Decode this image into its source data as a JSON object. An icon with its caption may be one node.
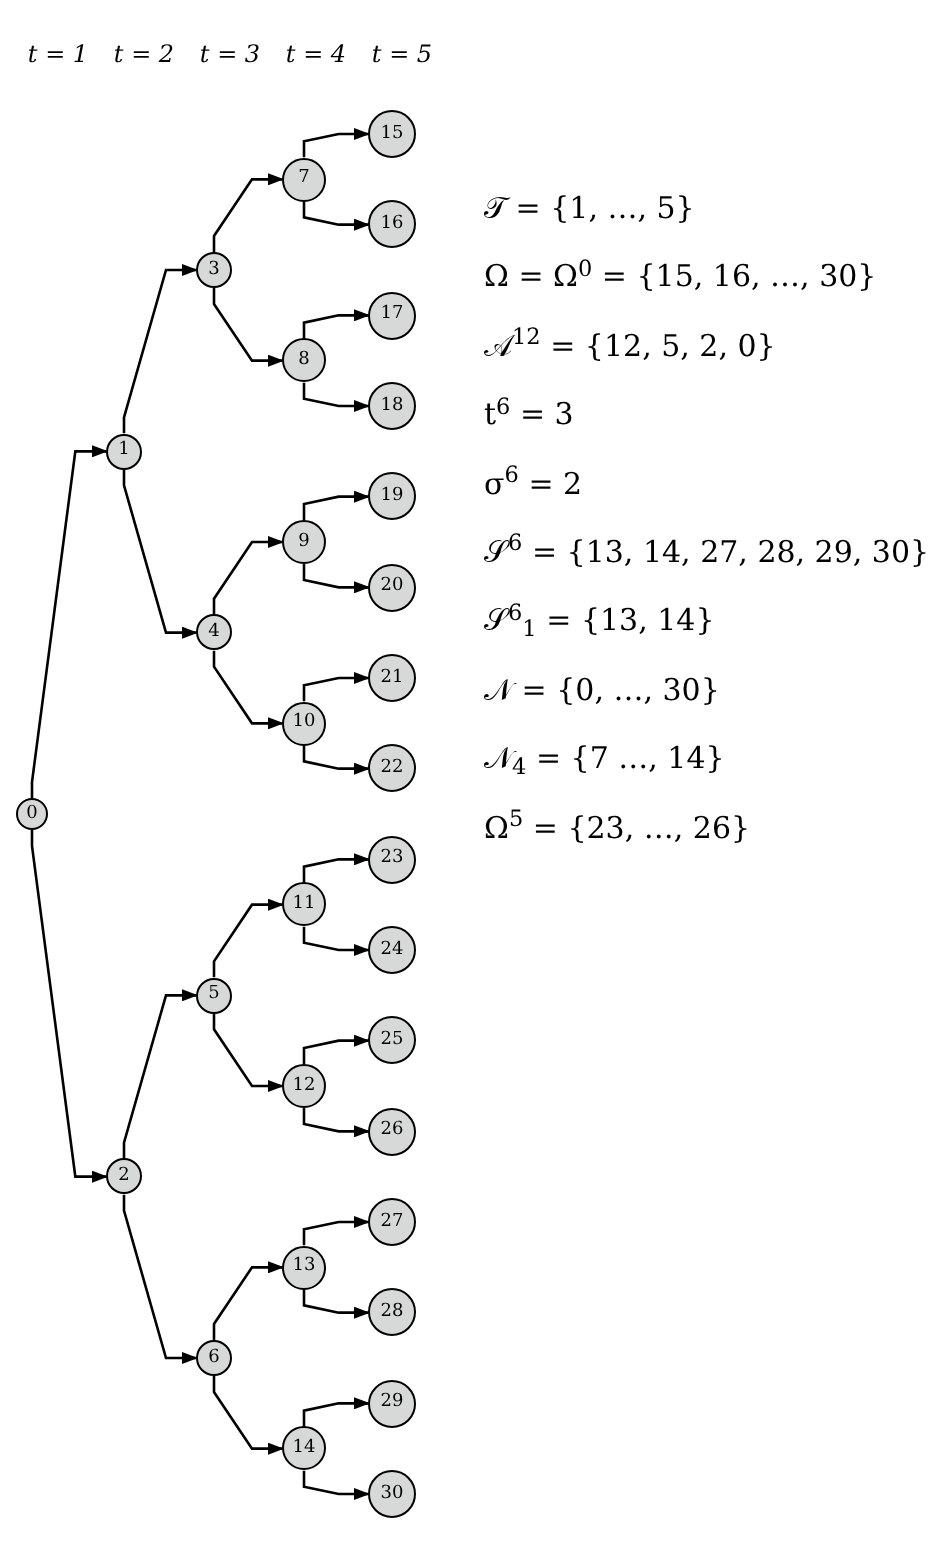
{
  "diagram": {
    "nodes": [
      {
        "text": [
          "0"
        ]
      },
      {
        "text": [
          "1"
        ]
      },
      {
        "text": [
          "2"
        ]
      },
      {
        "text": [
          "3"
        ]
      },
      {
        "text": [
          "4"
        ]
      },
      {
        "text": [
          "5"
        ]
      },
      {
        "text": [
          "6"
        ]
      },
      {
        "text": [
          "7"
        ]
      },
      {
        "text": [
          "8"
        ]
      },
      {
        "text": [
          "9"
        ]
      },
      {
        "text": [
          "10"
        ]
      },
      {
        "text": [
          "11"
        ]
      },
      {
        "text": [
          "12"
        ]
      },
      {
        "text": [
          "13"
        ]
      },
      {
        "text": [
          "14"
        ]
      },
      {
        "text": [
          "15"
        ]
      },
      {
        "text": [
          "16"
        ]
      },
      {
        "text": [
          "17"
        ]
      },
      {
        "text": [
          "18"
        ]
      },
      {
        "text": [
          "19"
        ]
      },
      {
        "text": [
          "20"
        ]
      },
      {
        "text": [
          "21"
        ]
      },
      {
        "text": [
          "22"
        ]
      },
      {
        "text": [
          "23"
        ]
      },
      {
        "text": [
          "24"
        ]
      },
      {
        "text": [
          "25"
        ]
      },
      {
        "text": [
          "26"
        ]
      },
      {
        "text": [
          "27"
        ]
      },
      {
        "text": [
          "28"
        ]
      },
      {
        "text": [
          "29"
        ]
      },
      {
        "text": [
          "30"
        ]
      }
    ],
    "edges": [
      {
        "from": 0,
        "to": 1,
        "arrow": "to"
      },
      {
        "from": 0,
        "to": 2,
        "arrow": "to"
      },
      {
        "from": 1,
        "to": 3,
        "arrow": "to"
      },
      {
        "from": 1,
        "to": 4,
        "arrow": "to"
      },
      {
        "from": 2,
        "to": 5,
        "arrow": "to"
      },
      {
        "from": 2,
        "to": 6,
        "arrow": "to"
      },
      {
        "from": 3,
        "to": 7,
        "arrow": "to"
      },
      {
        "from": 3,
        "to": 8,
        "arrow": "to"
      },
      {
        "from": 4,
        "to": 9,
        "arrow": "to"
      },
      {
        "from": 4,
        "to": 10,
        "arrow": "to"
      },
      {
        "from": 5,
        "to": 11,
        "arrow": "to"
      },
      {
        "from": 5,
        "to": 12,
        "arrow": "to"
      },
      {
        "from": 6,
        "to": 13,
        "arrow": "to"
      },
      {
        "from": 6,
        "to": 14,
        "arrow": "to"
      },
      {
        "from": 7,
        "to": 15,
        "arrow": "to"
      },
      {
        "from": 7,
        "to": 16,
        "arrow": "to"
      },
      {
        "from": 8,
        "to": 17,
        "arrow": "to"
      },
      {
        "from": 8,
        "to": 18,
        "arrow": "to"
      },
      {
        "from": 9,
        "to": 19,
        "arrow": "to"
      },
      {
        "from": 9,
        "to": 20,
        "arrow": "to"
      },
      {
        "from": 10,
        "to": 21,
        "arrow": "to"
      },
      {
        "from": 10,
        "to": 22,
        "arrow": "to"
      },
      {
        "from": 11,
        "to": 23,
        "arrow": "to"
      },
      {
        "from": 11,
        "to": 24,
        "arrow": "to"
      },
      {
        "from": 12,
        "to": 25,
        "arrow": "to"
      },
      {
        "from": 12,
        "to": 26,
        "arrow": "to"
      },
      {
        "from": 13,
        "to": 27,
        "arrow": "to"
      },
      {
        "from": 13,
        "to": 28,
        "arrow": "to"
      },
      {
        "from": 14,
        "to": 29,
        "arrow": "to"
      },
      {
        "from": 14,
        "to": 30,
        "arrow": "to"
      }
    ],
    "labels": [
      "t = 1",
      "t = 2",
      "t = 3",
      "t = 4",
      "t = 5",
      "𝒯 = {1, …, 5}",
      "Ω = Ω$^{0}$ = {15, 16, …, 30}",
      "𝒜$^{12}$ = {12, 5, 2, 0}",
      "t$^{6}$ = 3",
      "σ$^{6}$ = 2",
      "𝒮$^{6}$ = {13, 14, 27, 28, 29, 30}",
      "𝒮$^{6}$$_{1}$ = {13, 14}",
      "𝒩 = {0, …, 30}",
      "𝒩$_{4}$ = {7 …, 14}",
      "Ω$^{5}$ = {23, …, 26}"
    ]
  }
}
